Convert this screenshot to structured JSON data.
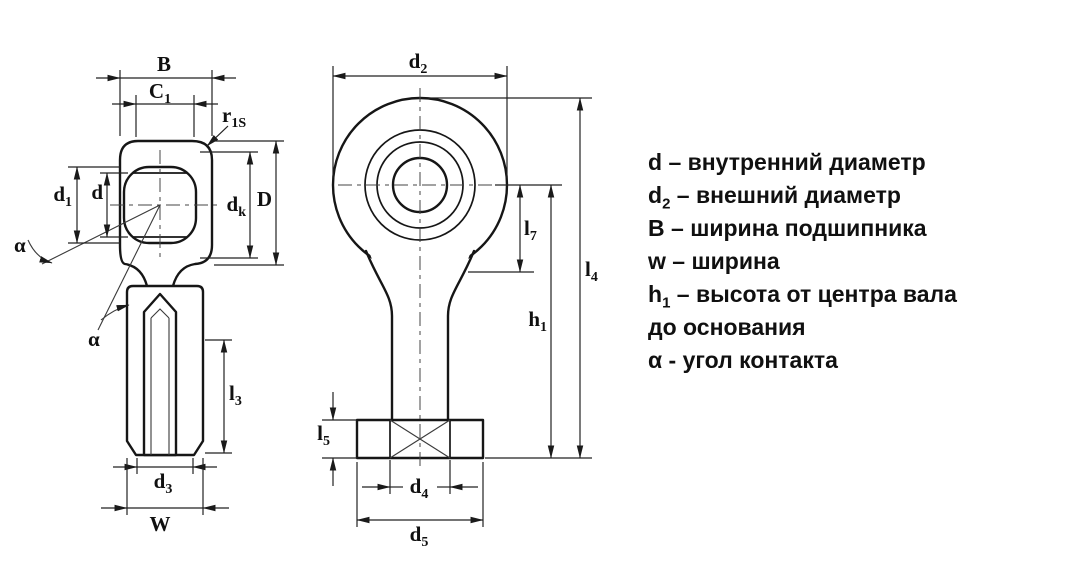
{
  "colors": {
    "ink": "#101010",
    "background": "#ffffff"
  },
  "dims": {
    "B": {
      "main": "B",
      "sub": ""
    },
    "C1": {
      "main": "C",
      "sub": "1"
    },
    "r1s": {
      "main": "r",
      "sub": "1S"
    },
    "d1": {
      "main": "d",
      "sub": "1"
    },
    "d": {
      "main": "d",
      "sub": ""
    },
    "dk": {
      "main": "d",
      "sub": "k"
    },
    "D": {
      "main": "D",
      "sub": ""
    },
    "alpha": {
      "main": "α",
      "sub": ""
    },
    "l3": {
      "main": "l",
      "sub": "3"
    },
    "d3": {
      "main": "d",
      "sub": "3"
    },
    "W": {
      "main": "W",
      "sub": ""
    },
    "d2": {
      "main": "d",
      "sub": "2"
    },
    "l7": {
      "main": "l",
      "sub": "7"
    },
    "h1": {
      "main": "h",
      "sub": "1"
    },
    "l4": {
      "main": "l",
      "sub": "4"
    },
    "l5": {
      "main": "l",
      "sub": "5"
    },
    "d4": {
      "main": "d",
      "sub": "4"
    },
    "d5": {
      "main": "d",
      "sub": "5"
    }
  },
  "legend": {
    "items": [
      {
        "sym": "d",
        "sub": "",
        "text": " – внутренний диаметр"
      },
      {
        "sym": "d",
        "sub": "2",
        "text": " – внешний диаметр"
      },
      {
        "sym": "B",
        "sub": "",
        "text": " – ширина подшипника"
      },
      {
        "sym": "w",
        "sub": "",
        "text": " – ширина"
      },
      {
        "sym": "h",
        "sub": "1",
        "text": " – высота от центра вала"
      },
      {
        "sym": "",
        "sub": "",
        "text": "до основания"
      },
      {
        "sym": "α",
        "sub": "",
        "text": " - угол контакта"
      }
    ]
  }
}
